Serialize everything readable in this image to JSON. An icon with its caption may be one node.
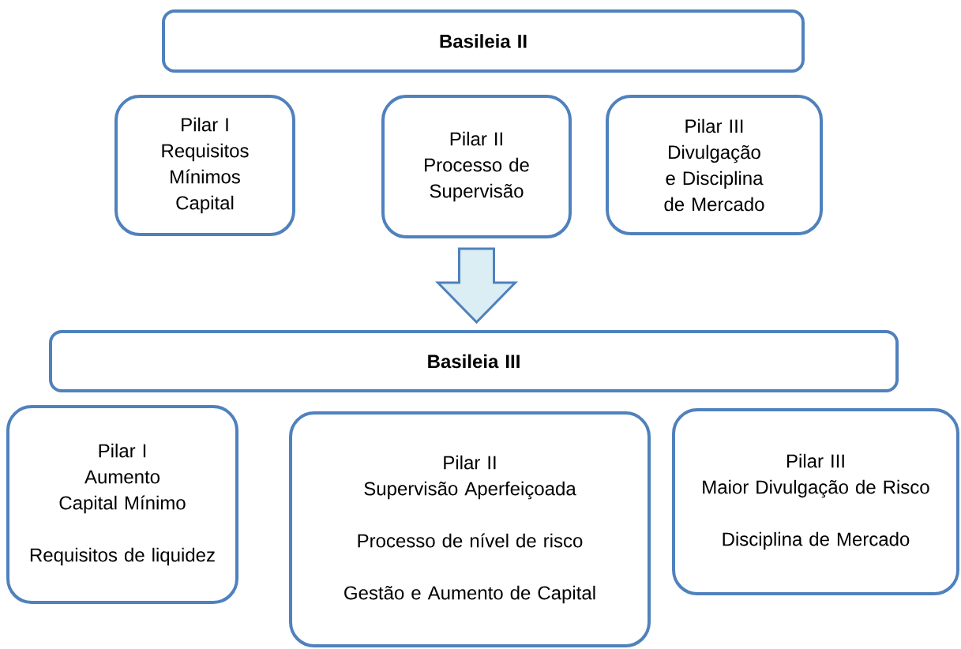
{
  "diagram": {
    "nodes": [
      {
        "text": [
          "Basileia II"
        ]
      },
      {
        "text": [
          "Pilar I",
          "Requisitos Mínimos Capital"
        ]
      },
      {
        "text": [
          "Pilar II",
          "Processo de Supervisão"
        ]
      },
      {
        "text": [
          "Pilar III",
          "Divulgação e Disciplina de Mercado"
        ]
      },
      {
        "text": [
          "Basileia III"
        ]
      },
      {
        "text": [
          "Pilar I",
          "Aumento Capital Mínimo",
          "Requisitos de liquidez"
        ]
      },
      {
        "text": [
          "Pilar II",
          "Supervisão Aperfeiçoada",
          "Processo de nível de risco",
          "Gestão e Aumento de Capital"
        ]
      },
      {
        "text": [
          "Pilar III",
          "Maior Divulgação de Risco",
          "Disciplina de Mercado"
        ]
      }
    ],
    "edges": [
      {
        "from": 2,
        "to": 4,
        "arrow": "to"
      }
    ]
  }
}
